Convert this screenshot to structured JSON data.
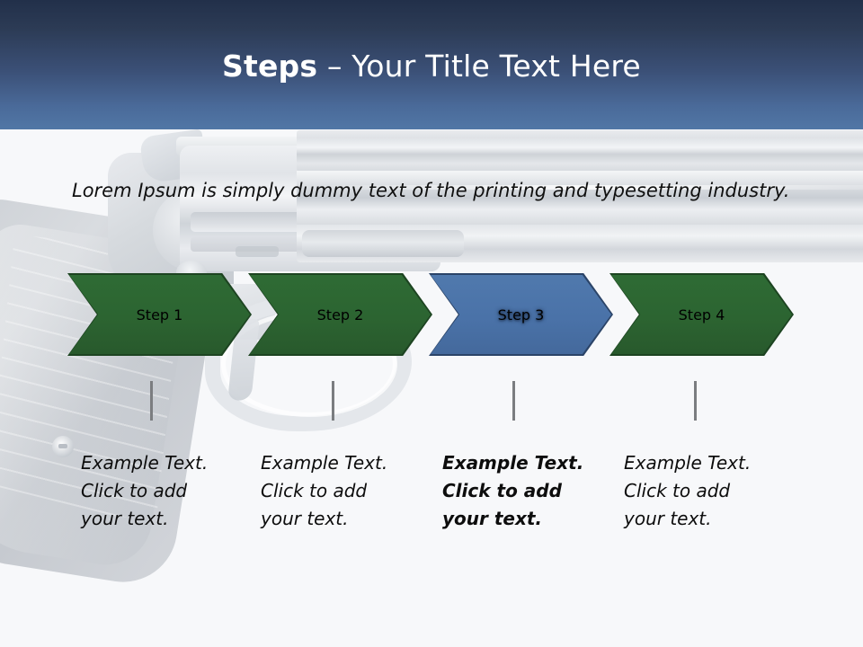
{
  "header": {
    "title_bold": "Steps",
    "title_rest": " – Your Title Text Here",
    "gradient_top": "#22304a",
    "gradient_bottom": "#5177a6"
  },
  "body": {
    "intro": "Lorem Ipsum is simply dummy text of the printing and typesetting industry.",
    "background_color": "#f7f8fa",
    "watermark": "revolver-handgun-photo"
  },
  "process": {
    "accent_green": "#2c6431",
    "accent_green_edge": "#1d4421",
    "accent_blue": "#4a72a8",
    "accent_blue_edge": "#2b4468",
    "steps": [
      {
        "label": "Step 1",
        "color": "green",
        "highlight": false,
        "caption_lines": [
          "Example Text.",
          "Click  to add",
          "your text."
        ]
      },
      {
        "label": "Step 2",
        "color": "green",
        "highlight": false,
        "caption_lines": [
          "Example Text.",
          "Click  to add",
          "your text."
        ]
      },
      {
        "label": "Step 3",
        "color": "blue",
        "highlight": true,
        "caption_lines": [
          "Example Text.",
          "Click  to add",
          "your text."
        ]
      },
      {
        "label": "Step 4",
        "color": "green",
        "highlight": false,
        "caption_lines": [
          "Example Text.",
          "Click  to add",
          "your text."
        ]
      }
    ]
  }
}
